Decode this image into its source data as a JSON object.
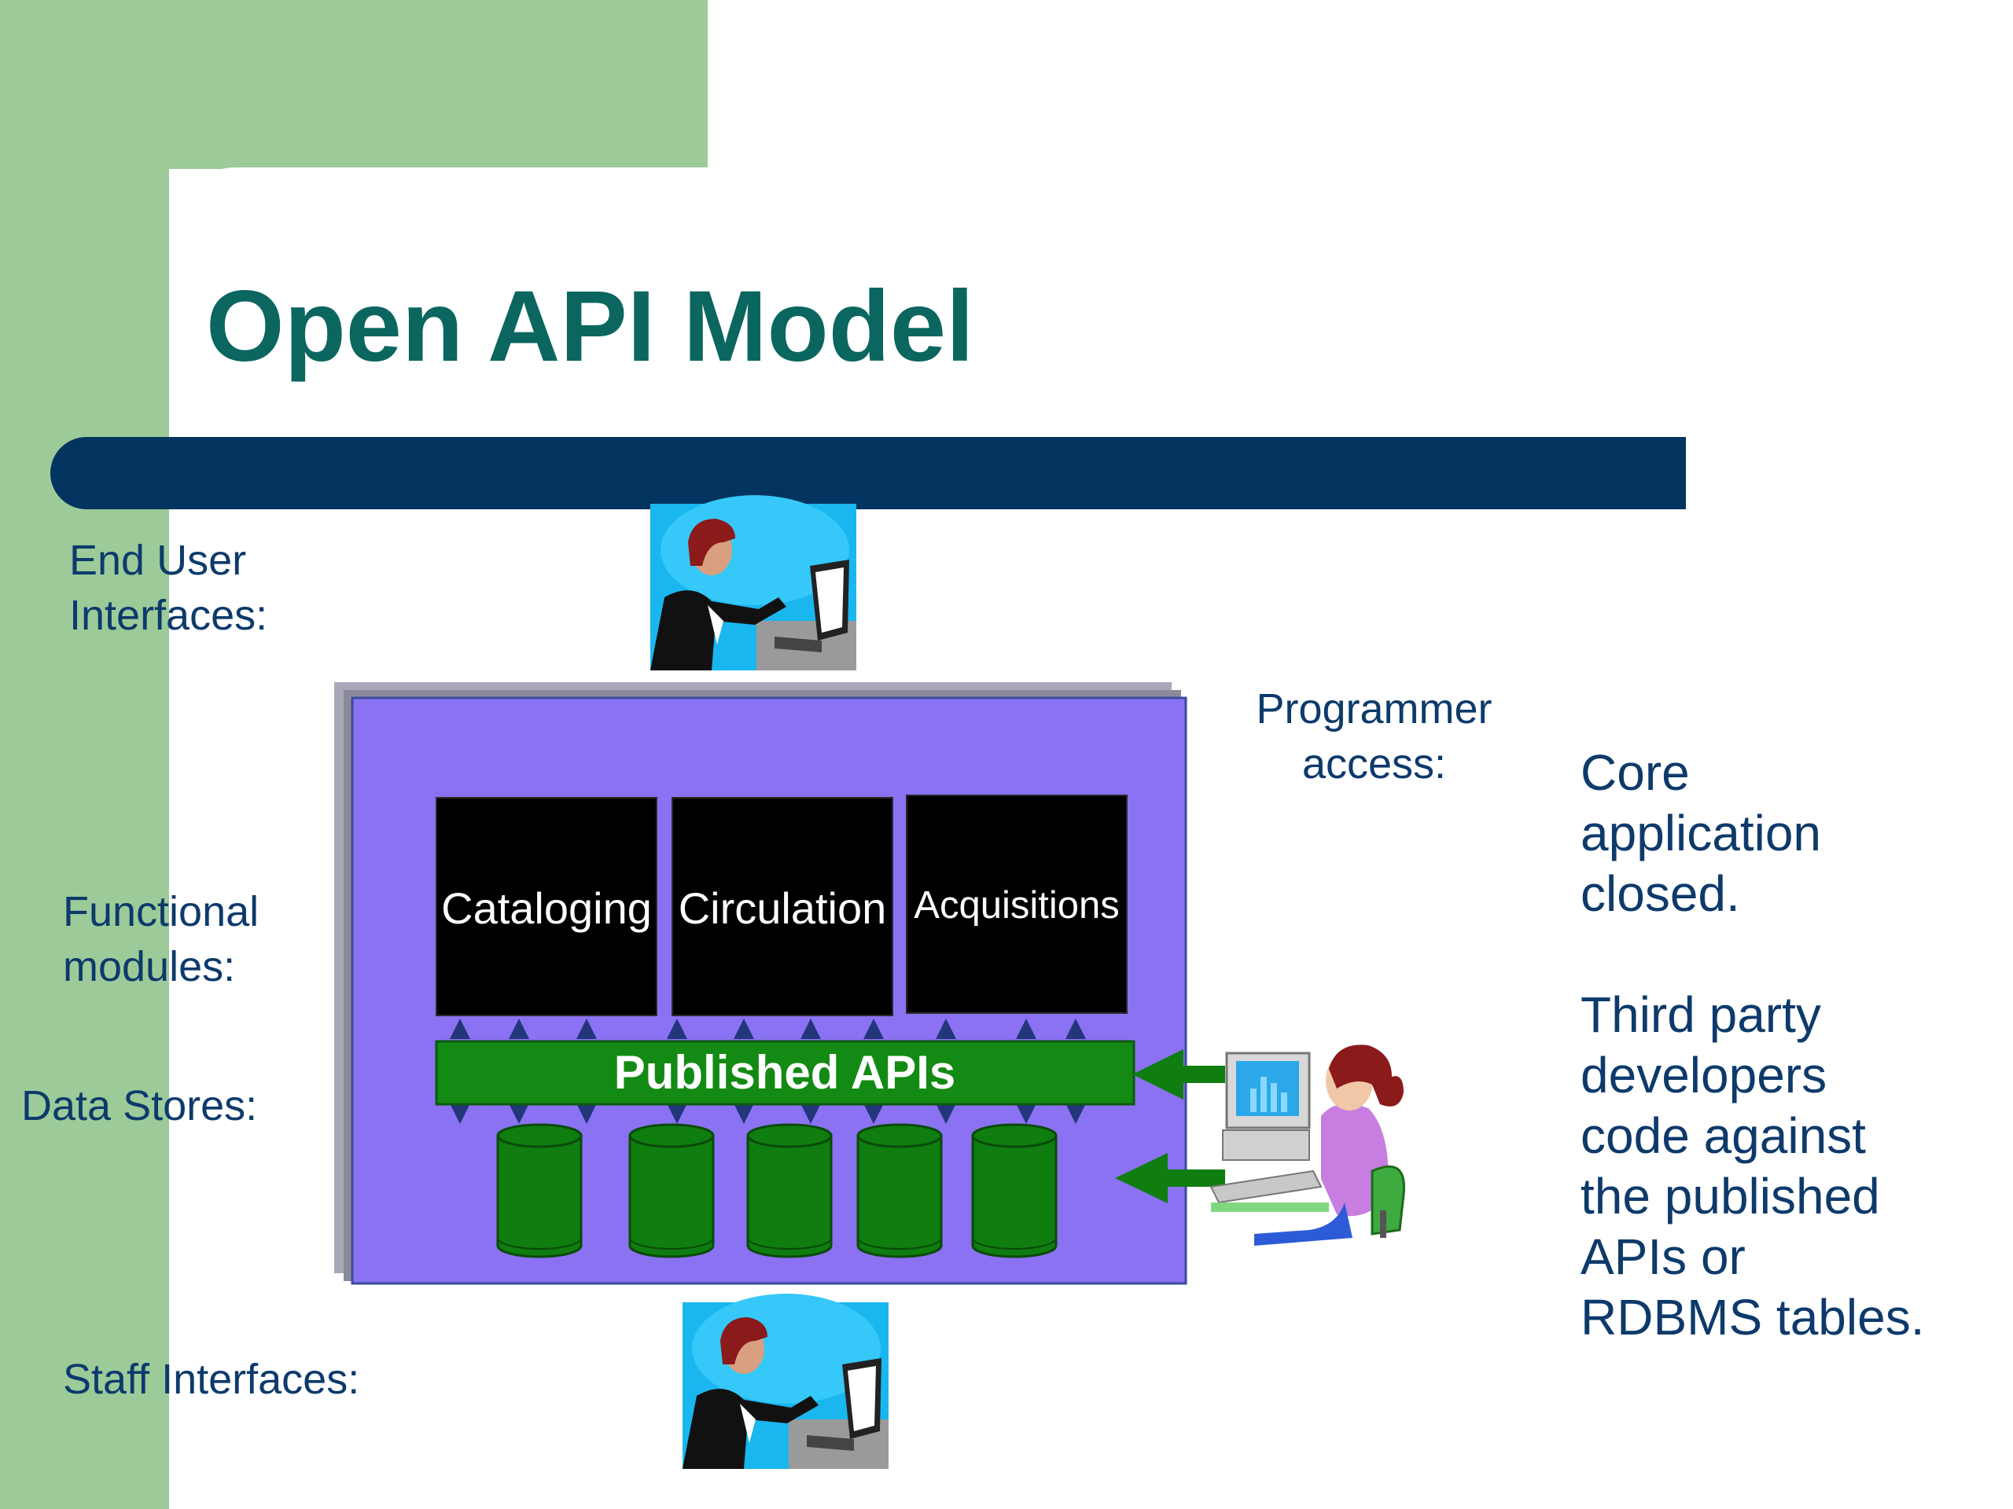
{
  "slide": {
    "title": "Open API Model"
  },
  "labels": {
    "end_user_interfaces": "End User\nInterfaces:",
    "functional_modules": "Functional\nmodules:",
    "data_stores": "Data Stores:",
    "staff_interfaces": "Staff Interfaces:",
    "programmer_access": "Programmer\naccess:"
  },
  "modules": [
    "Cataloging",
    "Circulation",
    "Acquisitions"
  ],
  "api_bar": "Published APIs",
  "notes": {
    "core": "Core\napplication\nclosed.",
    "third_party": "Third party\ndevelopers\ncode against\nthe published\nAPIs or\nRDBMS tables."
  },
  "data_store_count": 5,
  "colors": {
    "background_green": "#9ccb99",
    "title_teal": "#0b6660",
    "title_bar_navy": "#03335f",
    "label_navy": "#0d3a6b",
    "core_box_purple": "#8a72f2",
    "module_black": "#000000",
    "api_green": "#138a13",
    "cylinder_green": "#0f7d0f"
  },
  "icons": {
    "end_user": "person-at-laptop-icon",
    "staff": "person-at-laptop-icon",
    "programmer": "programmer-at-computer-icon",
    "data_store": "database-cylinder-icon"
  }
}
